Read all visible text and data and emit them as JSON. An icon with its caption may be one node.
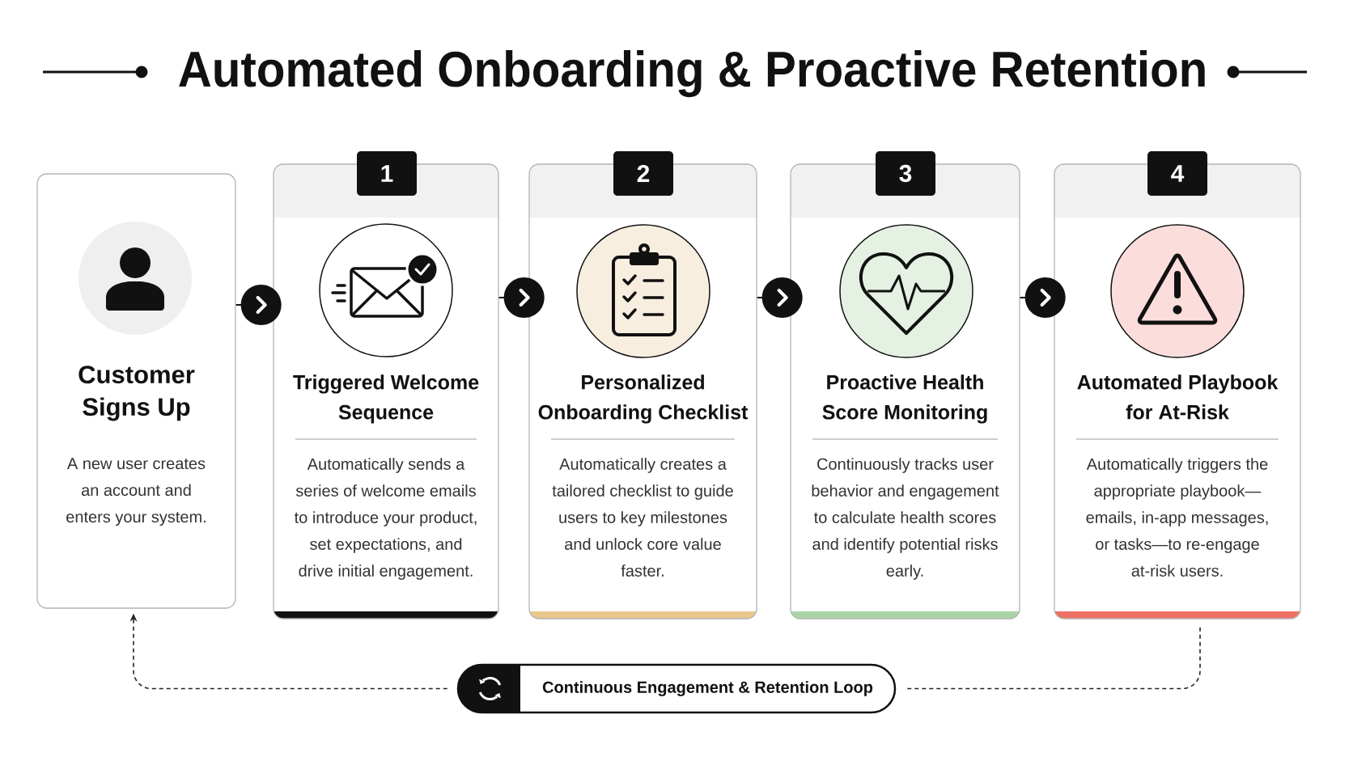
{
  "diagram": {
    "title": "Automated Onboarding & Proactive Retention",
    "nodes": [
      {
        "text": [
          "Customer Signs Up",
          "A new user creates an account and enters your system."
        ]
      },
      {
        "text": [
          "1"
        ]
      },
      {
        "text": [
          "Triggered Welcome Sequence",
          "Automatically sends a series of welcome emails to introduce your product, set expectations, and drive initial engagement."
        ]
      },
      {
        "text": [
          "2"
        ]
      },
      {
        "text": [
          "Personalized Onboarding Checklist",
          "Automatically creates a tailored checklist to guide users to key milestones and unlock core value faster."
        ]
      },
      {
        "text": [
          "3"
        ]
      },
      {
        "text": [
          "Proactive Health Score Monitoring",
          "Continuously tracks user behavior and engagement to calculate health scores and identify potential risks early."
        ]
      },
      {
        "text": [
          "4"
        ]
      },
      {
        "text": [
          "Automated Playbook for At-Risk",
          "Automatically triggers the appropriate playbook—emails, in-app messages, or tasks—to re-engage at-risk users."
        ]
      },
      {
        "text": [
          "Continuous Engagement & Retention Loop"
        ]
      }
    ],
    "edges": [
      {
        "from": 0,
        "to": 2,
        "arrow": "to"
      },
      {
        "from": 2,
        "to": 4,
        "arrow": "to"
      },
      {
        "from": 4,
        "to": 6,
        "arrow": "to"
      },
      {
        "from": 6,
        "to": 8,
        "arrow": "to"
      },
      {
        "from": 8,
        "to": 9,
        "arrow": "none",
        "style": "dashed"
      },
      {
        "from": 9,
        "to": 0,
        "arrow": "to",
        "style": "dashed"
      }
    ]
  }
}
